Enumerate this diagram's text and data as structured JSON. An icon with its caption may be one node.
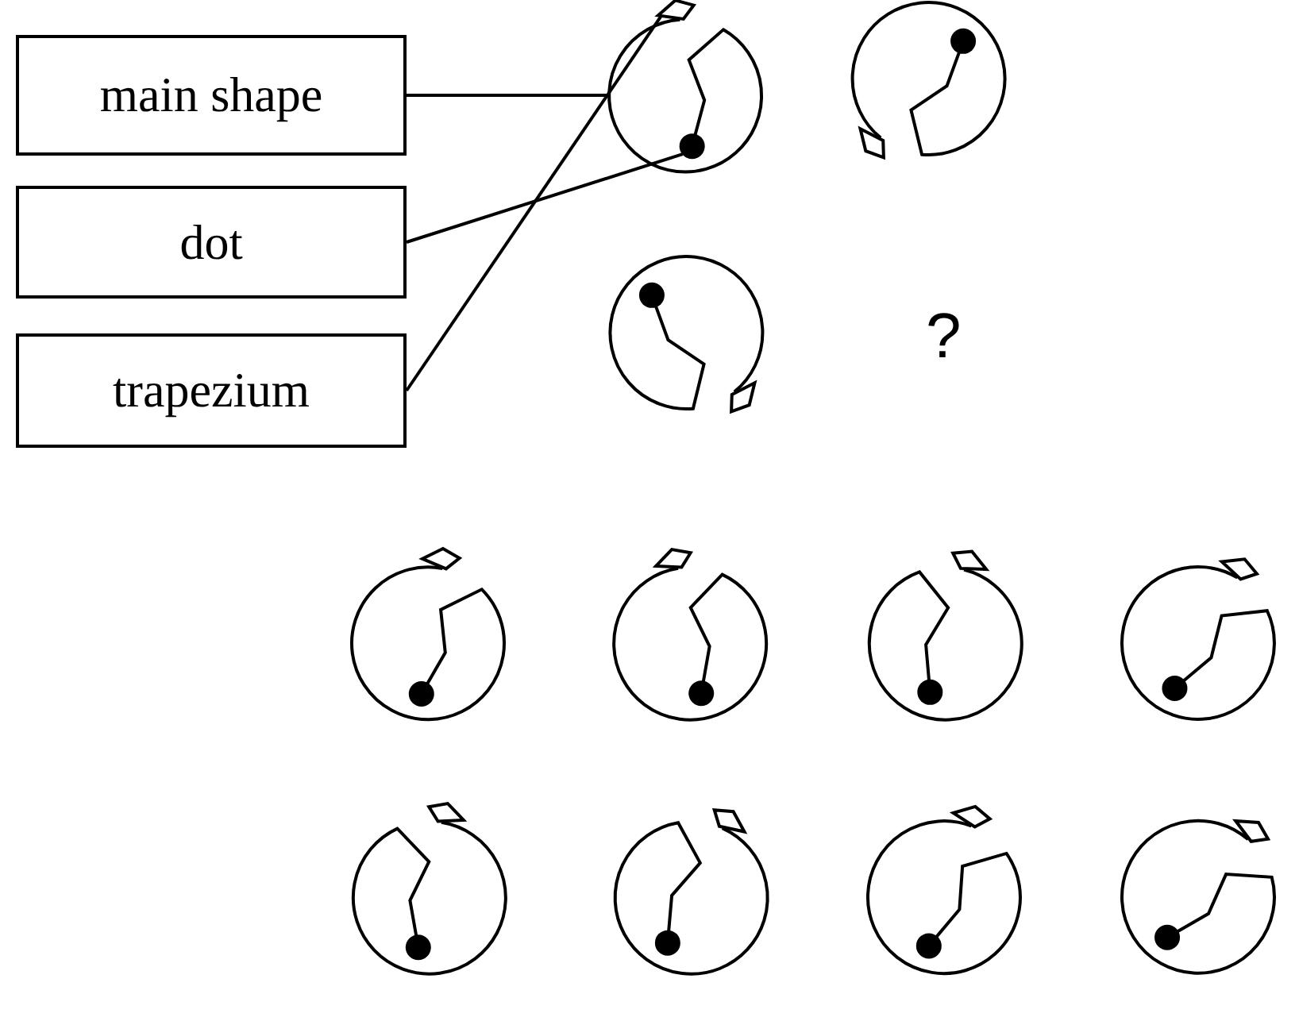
{
  "diagram": {
    "nodes": [
      {
        "text": [
          "main shape"
        ]
      },
      {
        "text": [
          "dot"
        ]
      },
      {
        "text": [
          "trapezium"
        ]
      },
      {
        "text": [],
        "shape": "picture"
      },
      {
        "text": [],
        "shape": "circle",
        "in": 3
      },
      {
        "text": [],
        "shape": "picture"
      }
    ],
    "edges": [
      {
        "from": 0,
        "to": 3,
        "arrow": "none"
      },
      {
        "from": 1,
        "to": 4,
        "arrow": "none"
      },
      {
        "from": 2,
        "to": 5,
        "arrow": "none"
      }
    ],
    "labels": [
      "?"
    ]
  }
}
